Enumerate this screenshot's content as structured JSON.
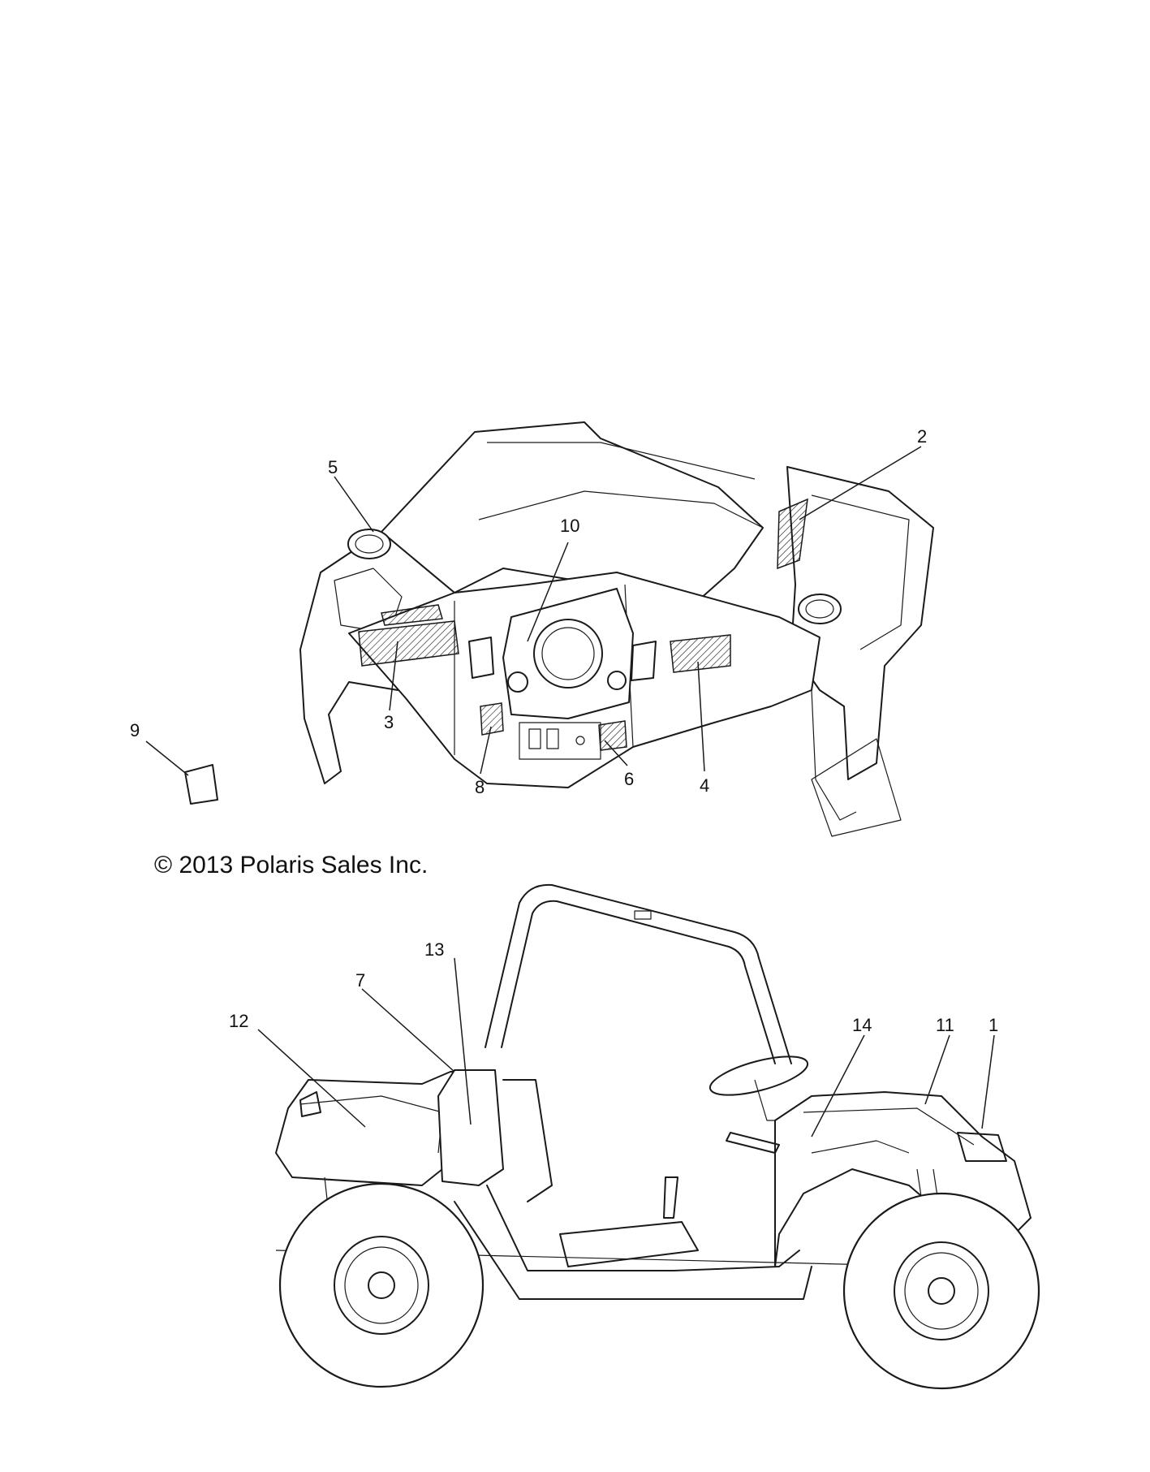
{
  "copyright": "© 2013 Polaris Sales Inc.",
  "callouts": {
    "c1": "1",
    "c2": "2",
    "c3": "3",
    "c4": "4",
    "c5": "5",
    "c6": "6",
    "c7": "7",
    "c8": "8",
    "c9": "9",
    "c10": "10",
    "c11": "11",
    "c12": "12",
    "c13": "13",
    "c14": "14"
  }
}
